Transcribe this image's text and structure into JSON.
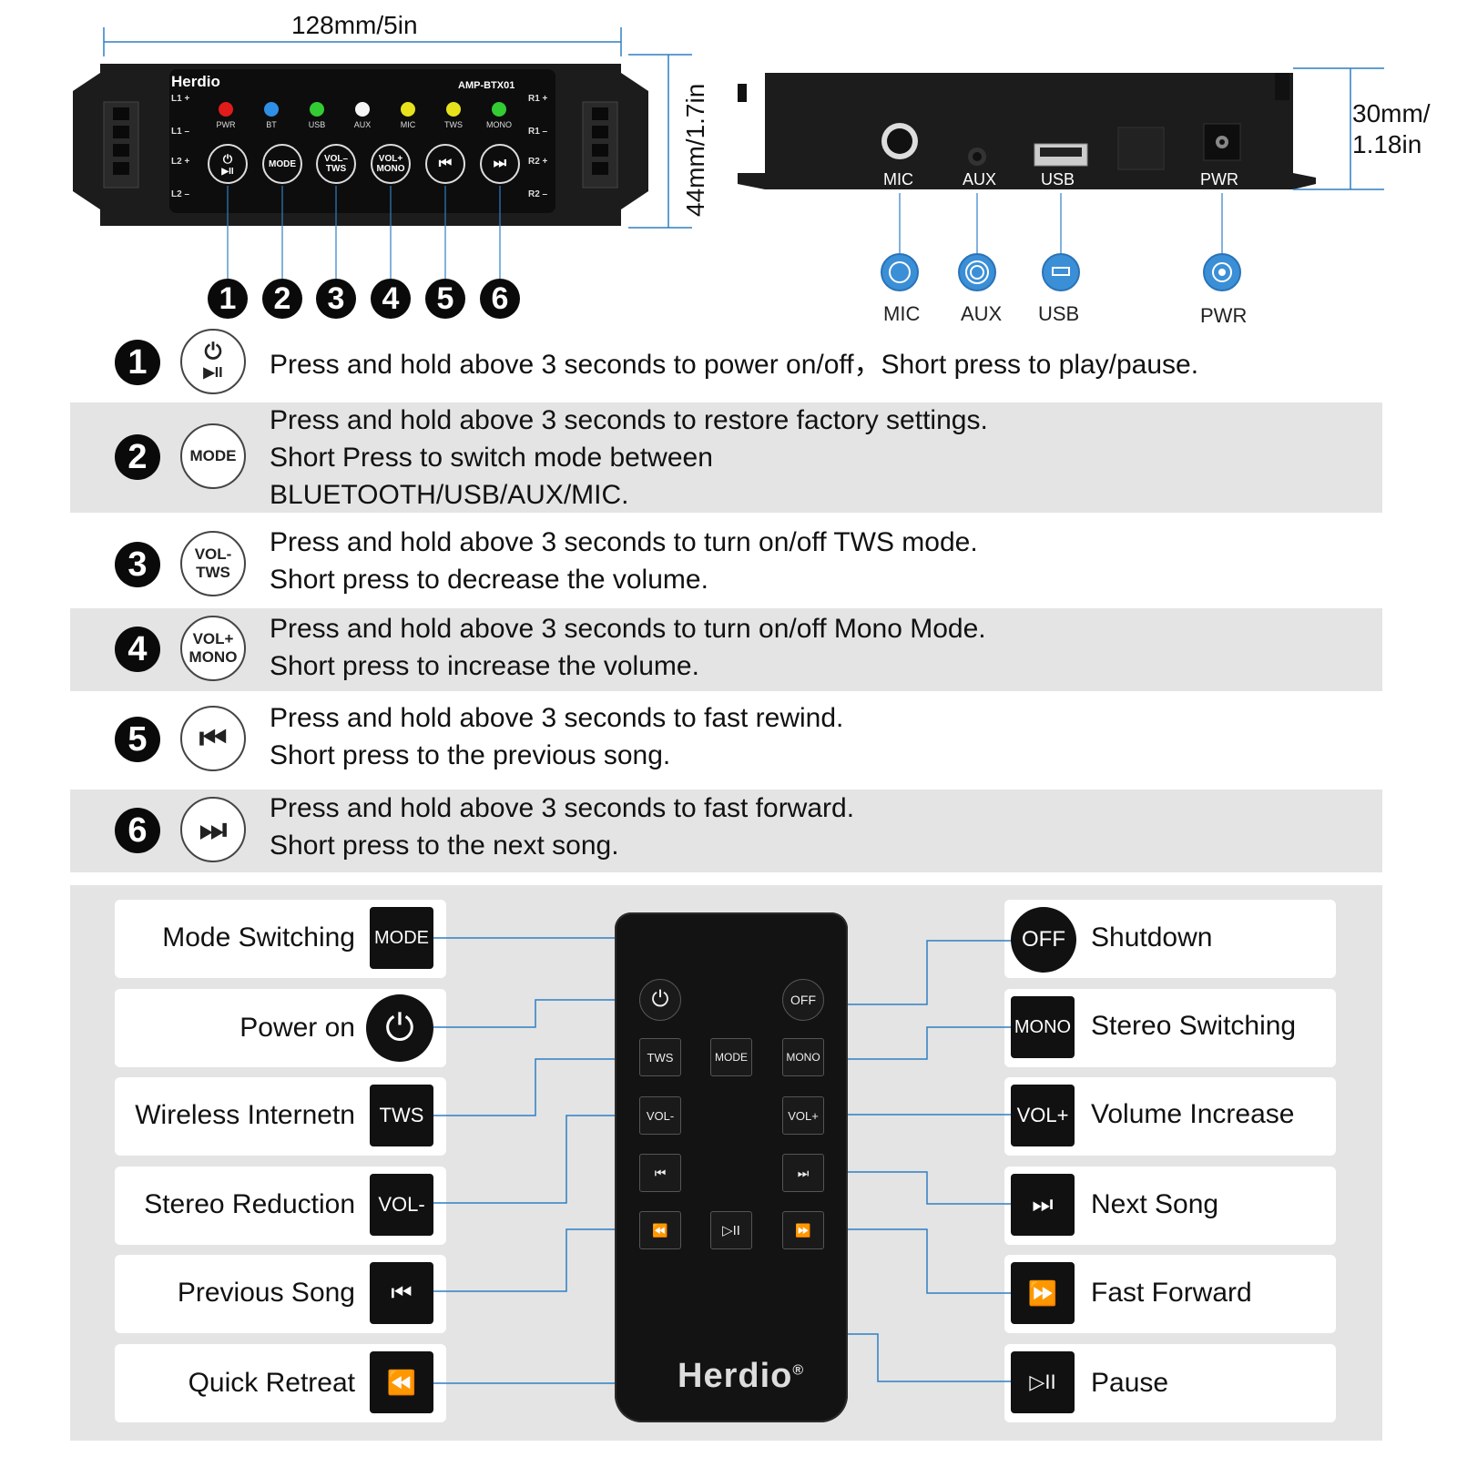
{
  "dimensions": {
    "width": "128mm/5in",
    "height": "44mm/1.7in",
    "depth_line1": "30mm/",
    "depth_line2": "1.18in"
  },
  "amplifier_front": {
    "brand": "Herdio",
    "model": "AMP-BTX01",
    "leds": [
      {
        "label": "PWR",
        "color": "#e21b1b"
      },
      {
        "label": "BT",
        "color": "#2f8fe6"
      },
      {
        "label": "USB",
        "color": "#33cc33"
      },
      {
        "label": "AUX",
        "color": "#f5f5f5"
      },
      {
        "label": "MIC",
        "color": "#e8e21c"
      },
      {
        "label": "TWS",
        "color": "#e8e21c"
      },
      {
        "label": "MONO",
        "color": "#33cc33"
      }
    ],
    "left_labels": [
      "L1 +",
      "L1 –",
      "L2 +",
      "L2 –"
    ],
    "right_labels": [
      "R1 +",
      "R1 –",
      "R2 +",
      "R2 –"
    ],
    "buttons": [
      {
        "line1": "⏻",
        "line2": "▶II"
      },
      {
        "line1": "MODE",
        "line2": ""
      },
      {
        "line1": "VOL–",
        "line2": "TWS"
      },
      {
        "line1": "VOL+",
        "line2": "MONO"
      },
      {
        "line1": "⏮",
        "line2": ""
      },
      {
        "line1": "⏭",
        "line2": ""
      }
    ],
    "numbers": [
      "1",
      "2",
      "3",
      "4",
      "5",
      "6"
    ]
  },
  "amplifier_back": {
    "port_labels": [
      "MIC",
      "AUX",
      "USB",
      "PWR"
    ],
    "icon_labels": [
      "MIC",
      "AUX",
      "USB",
      "PWR"
    ]
  },
  "instructions": [
    {
      "num": "1",
      "button_line1": "⏻",
      "button_line2": "▶II",
      "lines": [
        "Press and hold above 3 seconds to power on/off，Short press to play/pause."
      ]
    },
    {
      "num": "2",
      "button_line1": "MODE",
      "button_line2": "",
      "lines": [
        "Press and hold above 3 seconds to restore factory settings.",
        "Short Press to switch mode between",
        "BLUETOOTH/USB/AUX/MIC."
      ]
    },
    {
      "num": "3",
      "button_line1": "VOL-",
      "button_line2": "TWS",
      "lines": [
        "Press and hold above 3 seconds to turn on/off TWS mode.",
        "Short press to decrease the volume."
      ]
    },
    {
      "num": "4",
      "button_line1": "VOL+",
      "button_line2": "MONO",
      "lines": [
        "Press and hold above 3 seconds to turn on/off Mono Mode.",
        "Short press to increase the volume."
      ]
    },
    {
      "num": "5",
      "button_line1": "⏮",
      "button_line2": "",
      "lines": [
        "Press and hold above 3 seconds to fast rewind.",
        "Short press to the previous song."
      ]
    },
    {
      "num": "6",
      "button_line1": "⏭",
      "button_line2": "",
      "lines": [
        "Press and hold above 3 seconds to fast forward.",
        "Short press to the next song."
      ]
    }
  ],
  "remote": {
    "brand": "Herdio",
    "reg": "®",
    "buttons": {
      "power": "⏻",
      "off": "OFF",
      "tws": "TWS",
      "mode": "MODE",
      "mono": "MONO",
      "vol_minus": "VOL-",
      "vol_plus": "VOL+",
      "prev": "⏮",
      "next": "⏭",
      "rewind": "⏪",
      "play_pause": "▷II",
      "forward": "⏩"
    },
    "left_labels": [
      {
        "label": "Mode Switching",
        "key": "MODE"
      },
      {
        "label": "Power on",
        "key": "⏻"
      },
      {
        "label": "Wireless Internetn",
        "key": "TWS"
      },
      {
        "label": "Stereo Reduction",
        "key": "VOL-"
      },
      {
        "label": "Previous Song",
        "key": "⏮"
      },
      {
        "label": "Quick Retreat",
        "key": "⏪"
      }
    ],
    "right_labels": [
      {
        "label": "Shutdown",
        "key": "OFF"
      },
      {
        "label": "Stereo Switching",
        "key": "MONO"
      },
      {
        "label": "Volume Increase",
        "key": "VOL+"
      },
      {
        "label": "Next Song",
        "key": "⏭"
      },
      {
        "label": "Fast Forward",
        "key": "⏩"
      },
      {
        "label": "Pause",
        "key": "▷II"
      }
    ]
  },
  "colors": {
    "connector_line": "#2f7fc4",
    "band_gray": "#e4e4e4",
    "port_blue": "#3b8fd6"
  }
}
